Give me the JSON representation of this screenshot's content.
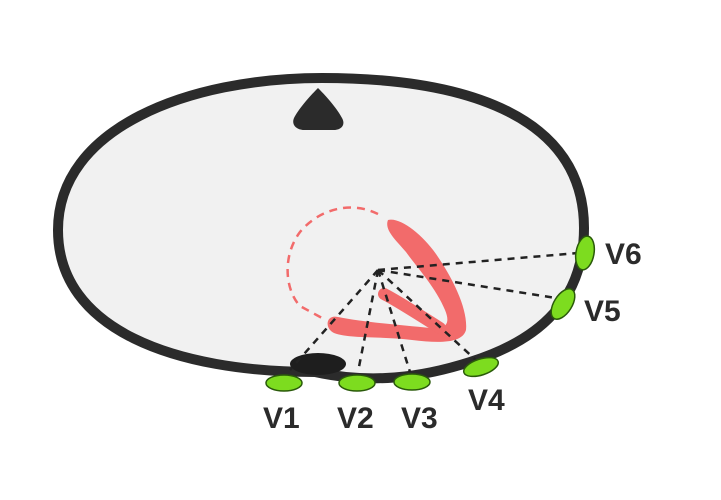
{
  "colors": {
    "torso_fill": "#f1f1f1",
    "torso_stroke": "#2b2b2b",
    "heart": "#f26b6b",
    "electrode": "#7ddc1f",
    "electrode_stroke": "#2a5a0a",
    "lead_line": "#222222"
  },
  "icons": {
    "spine": "vertebra-shape",
    "sternum": "sternum-shape",
    "heart": "heart-cross-section"
  },
  "leads": [
    {
      "id": "v1",
      "label": "V1"
    },
    {
      "id": "v2",
      "label": "V2"
    },
    {
      "id": "v3",
      "label": "V3"
    },
    {
      "id": "v4",
      "label": "V4"
    },
    {
      "id": "v5",
      "label": "V5"
    },
    {
      "id": "v6",
      "label": "V6"
    }
  ]
}
